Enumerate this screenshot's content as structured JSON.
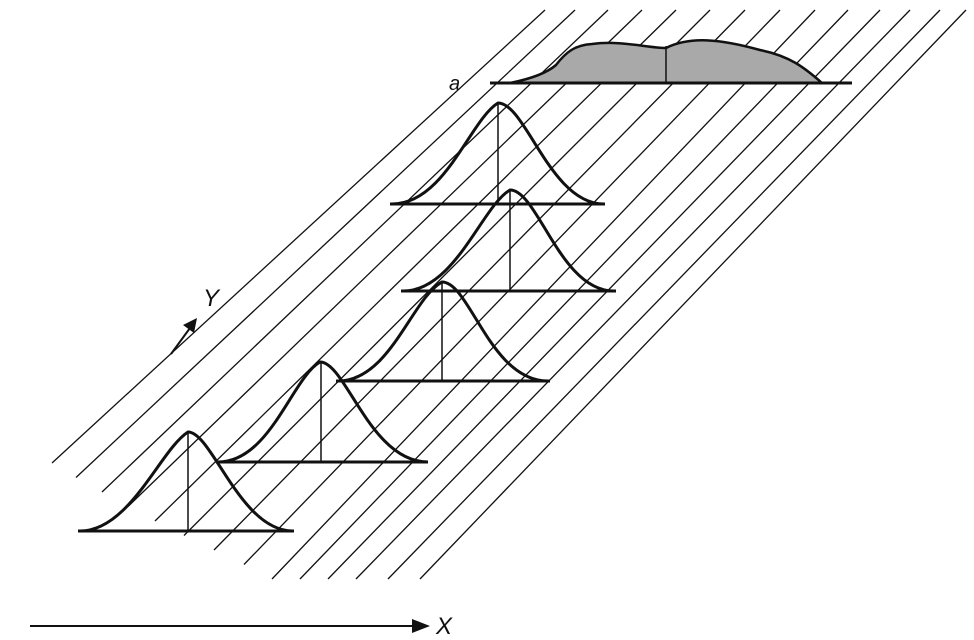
{
  "labels": {
    "x_axis": "X",
    "y_axis": "Y",
    "cumulative": "a"
  },
  "colors": {
    "ink": "#111111",
    "fill": "#a9a9a9"
  },
  "curve_count": 6
}
